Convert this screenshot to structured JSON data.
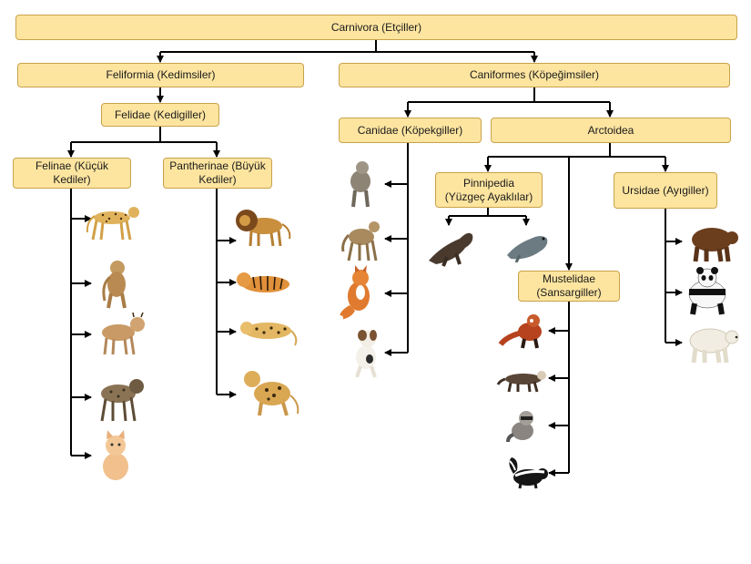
{
  "nodes": {
    "root": "Carnivora (Etçiller)",
    "feliformia": "Feliformia (Kedimsiler)",
    "caniformes": "Caniformes (Köpeğimsiler)",
    "felidae": "Felidae (Kedigiller)",
    "felinae": [
      "Felinae (Küçük",
      "Kediler)"
    ],
    "pantherinae": [
      "Pantherinae (Büyük",
      "Kediler)"
    ],
    "canidae": "Canidae (Köpekgiller)",
    "arctoidea": "Arctoidea",
    "pinnipedia": [
      "Pinnipedia",
      "(Yüzgeç Ayaklılar)"
    ],
    "ursidae": "Ursidae (Ayıgiller)",
    "mustelidae": [
      "Mustelidae",
      "(Sansargiller)"
    ]
  },
  "animals": {
    "felinae": [
      "cheetah-icon",
      "cougar-icon",
      "lynx-icon",
      "hyena-icon",
      "kitten-icon"
    ],
    "pantherinae": [
      "lion-icon",
      "tiger-icon",
      "leopard-icon",
      "jaguar-icon"
    ],
    "canidae": [
      "wolf-icon",
      "jackal-icon",
      "fox-icon",
      "dog-icon"
    ],
    "pinnipedia": [
      "sea-lion-icon",
      "seal-icon"
    ],
    "mustelidae": [
      "red-panda-icon",
      "ferret-icon",
      "raccoon-icon",
      "skunk-icon"
    ],
    "ursidae": [
      "brown-bear-icon",
      "panda-icon",
      "polar-bear-icon"
    ]
  },
  "colors": {
    "box_fill": "#fde5a0",
    "box_border": "#c9a24a",
    "connector": "#000000"
  }
}
